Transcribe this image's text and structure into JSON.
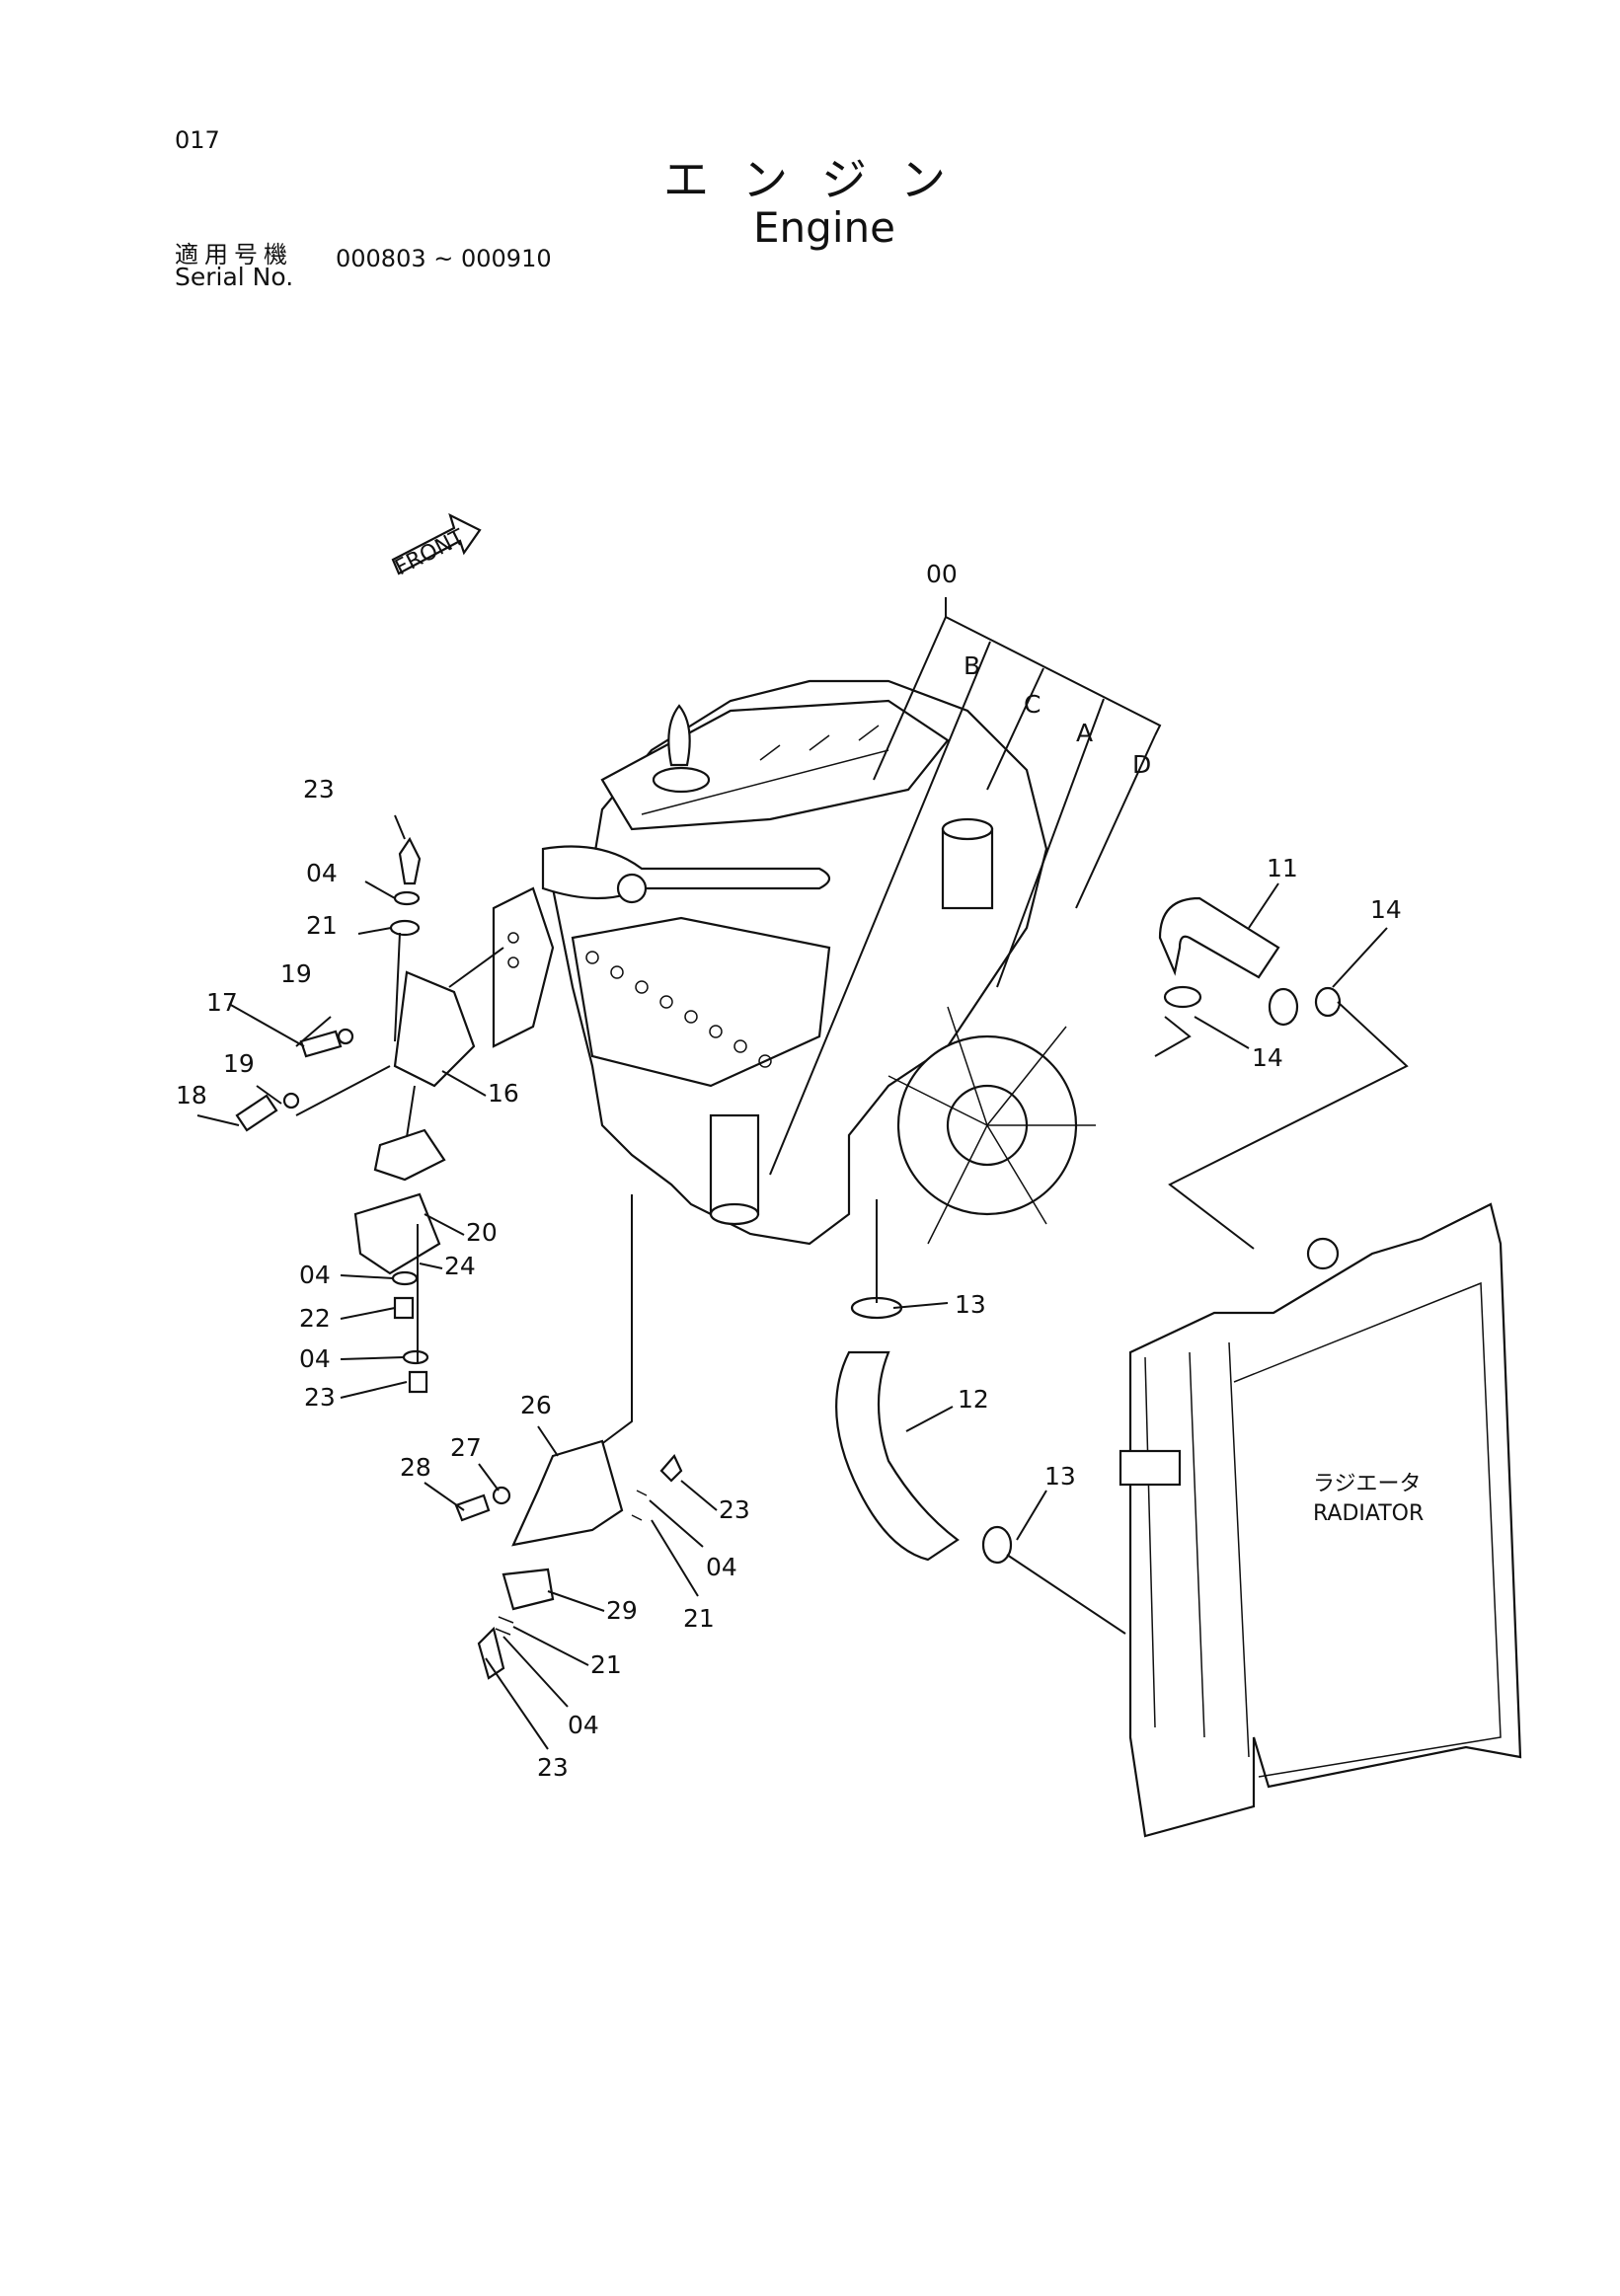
{
  "page": {
    "number": "017",
    "title_jp": "エンジン",
    "title_en": "Engine",
    "serial_label_jp": "適用号機",
    "serial_label_en": "Serial No.",
    "serial_range": "000803 ~ 000910"
  },
  "diagram": {
    "front_label": "FRONT",
    "radiator_jp": "ラジエータ",
    "radiator_en": "RADIATOR",
    "callouts": {
      "c00": "00",
      "cA": "A",
      "cB": "B",
      "cC": "C",
      "cD": "D",
      "c11": "11",
      "c12": "12",
      "c13a": "13",
      "c13b": "13",
      "c14a": "14",
      "c14b": "14",
      "c16": "16",
      "c17": "17",
      "c18": "18",
      "c19a": "19",
      "c19b": "19",
      "c20": "20",
      "c21a": "21",
      "c21b": "21",
      "c21c": "21",
      "c22": "22",
      "c23a": "23",
      "c23b": "23",
      "c23c": "23",
      "c23d": "23",
      "c04a": "04",
      "c04b": "04",
      "c04c": "04",
      "c04d": "04",
      "c04e": "04",
      "c24": "24",
      "c26": "26",
      "c27": "27",
      "c28": "28",
      "c29": "29"
    }
  }
}
